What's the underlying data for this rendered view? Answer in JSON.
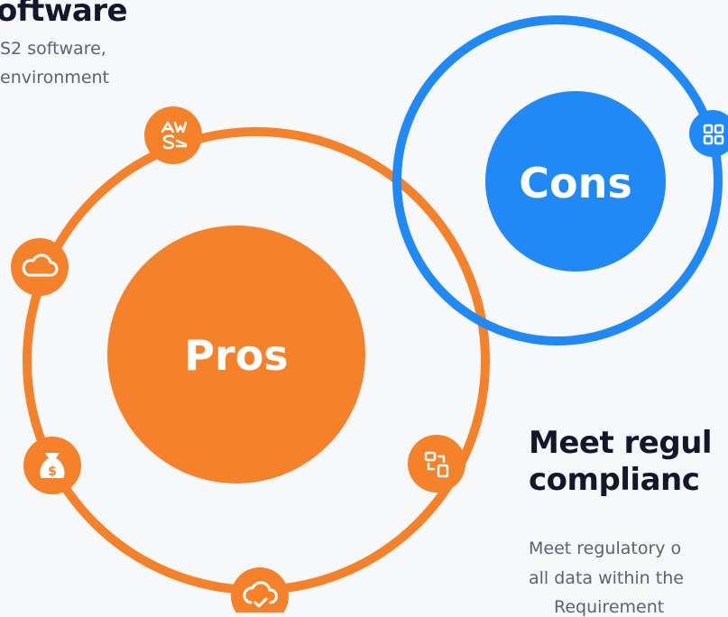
{
  "top_left": {
    "heading": "oftware",
    "lines": [
      "S2 software,",
      "environment"
    ]
  },
  "bottom_right": {
    "heading_lines": [
      "Meet regul",
      "complianc"
    ],
    "lines": [
      "Meet regulatory o",
      "all data within the",
      "Requirement"
    ]
  },
  "diagram": {
    "pros_label": "Pros",
    "cons_label": "Cons",
    "pros_icons": [
      "aws-icon",
      "cloud-icon",
      "money-bag-icon",
      "cloud-check-icon",
      "server-migrate-icon"
    ],
    "cons_icons": [
      "grid-app-icon"
    ],
    "colors": {
      "pros": "#f5812a",
      "cons": "#2189f5",
      "background": "#f7f8fa"
    }
  }
}
